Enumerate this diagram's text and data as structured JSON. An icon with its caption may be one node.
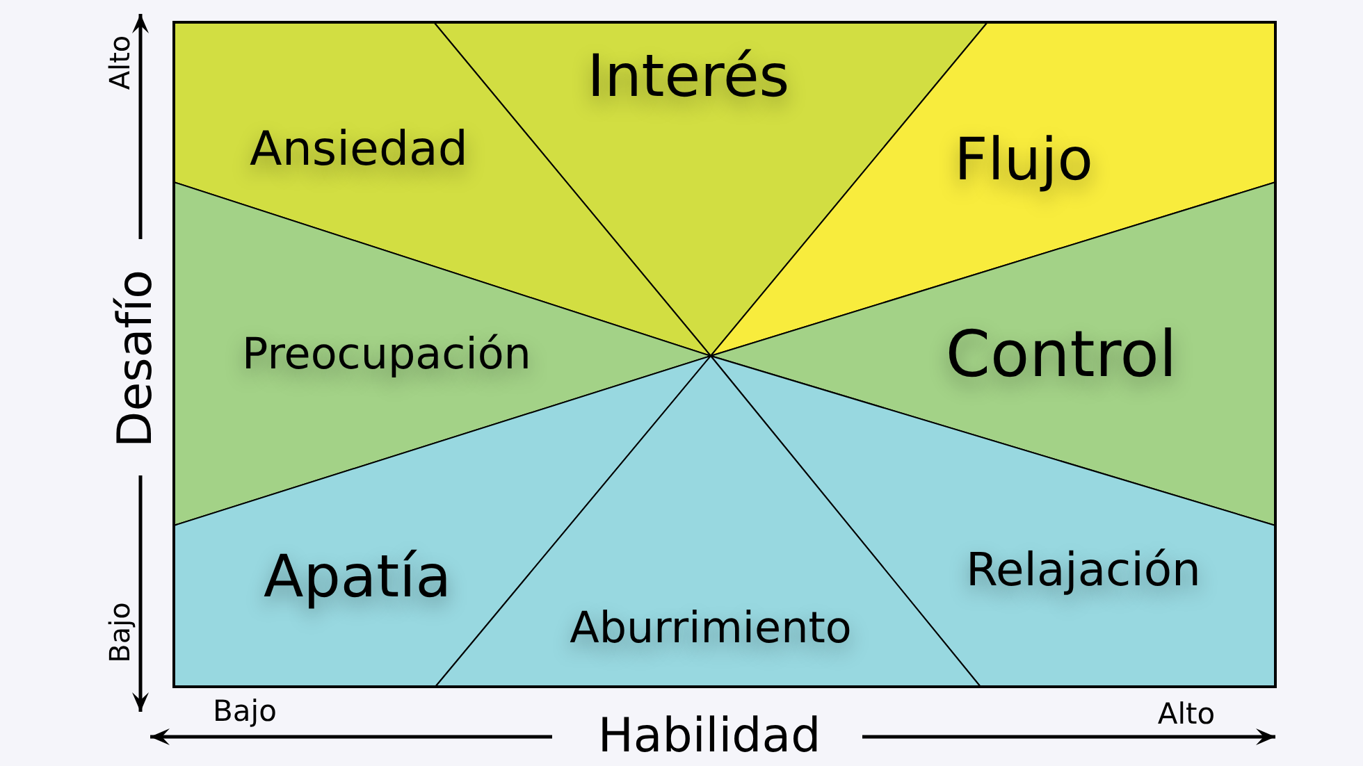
{
  "diagram": {
    "nodes": [
      {
        "text": [
          "Interés"
        ]
      },
      {
        "text": [
          "Ansiedad"
        ]
      },
      {
        "text": [
          "Flujo"
        ]
      },
      {
        "text": [
          "Preocupación"
        ]
      },
      {
        "text": [
          "Control"
        ]
      },
      {
        "text": [
          "Apatía"
        ]
      },
      {
        "text": [
          "Relajación"
        ]
      },
      {
        "text": [
          "Aburrimiento"
        ]
      }
    ],
    "labels": [
      "Alto",
      "Desafío",
      "Bajo",
      "Bajo",
      "Habilidad",
      "Alto"
    ]
  }
}
